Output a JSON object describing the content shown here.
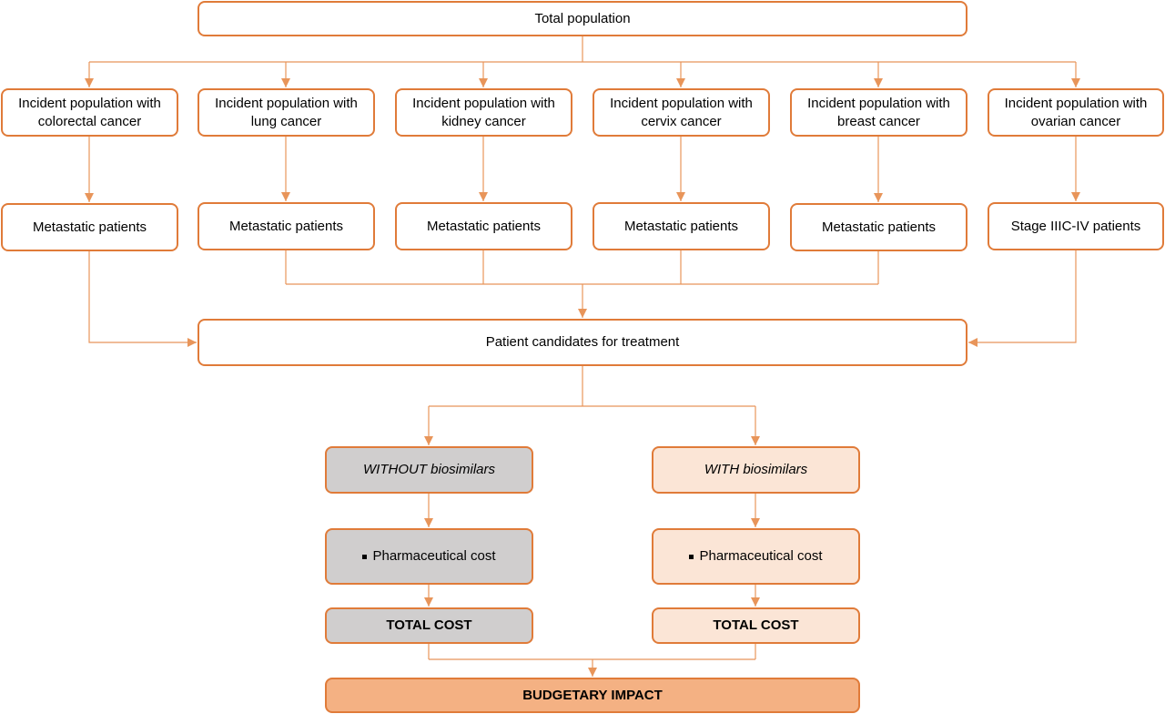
{
  "total_population": "Total population",
  "incident": {
    "colorectal": "Incident population with colorectal cancer",
    "lung": "Incident population with lung cancer",
    "kidney": "Incident population with kidney cancer",
    "cervix": "Incident population with cervix cancer",
    "breast": "Incident population with breast cancer",
    "ovarian": "Incident population with ovarian cancer"
  },
  "stage": {
    "colorectal": "Metastatic patients",
    "lung": "Metastatic patients",
    "kidney": "Metastatic patients",
    "cervix": "Metastatic patients",
    "breast": "Metastatic patients",
    "ovarian": "Stage IIIC-IV patients"
  },
  "candidates": "Patient candidates for treatment",
  "scenarios": {
    "without": {
      "label": "WITHOUT biosimilars",
      "cost_item": "Pharmaceutical cost",
      "total": "TOTAL COST"
    },
    "with": {
      "label": "WITH biosimilars",
      "cost_item": "Pharmaceutical cost",
      "total": "TOTAL COST"
    }
  },
  "budgetary_impact": "BUDGETARY IMPACT",
  "colors": {
    "border": "#e07b39",
    "line": "#e8955a",
    "without_fill": "#d0cece",
    "with_fill": "#fbe5d6",
    "impact_fill": "#f4b183"
  }
}
